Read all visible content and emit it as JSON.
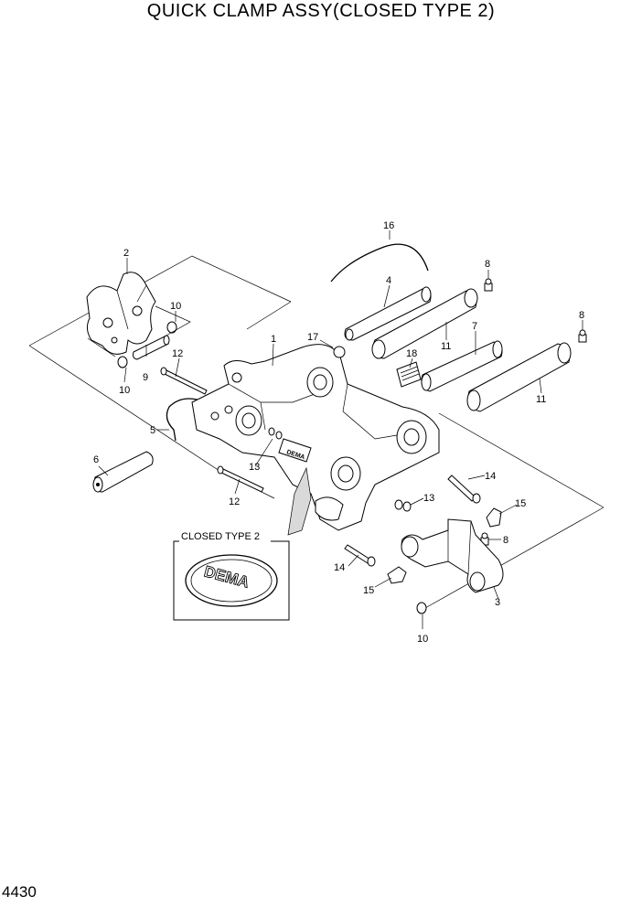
{
  "title": "QUICK CLAMP ASSY(CLOSED TYPE 2)",
  "page_number": "4430",
  "inset": {
    "label": "CLOSED TYPE 2",
    "logo_text": "DEMA"
  },
  "plate_text": "DEMA",
  "callouts": [
    {
      "id": "c16",
      "label": "16"
    },
    {
      "id": "c2",
      "label": "2"
    },
    {
      "id": "c4",
      "label": "4"
    },
    {
      "id": "c8a",
      "label": "8"
    },
    {
      "id": "c8b",
      "label": "8"
    },
    {
      "id": "c10a",
      "label": "10"
    },
    {
      "id": "c10b",
      "label": "10"
    },
    {
      "id": "c9",
      "label": "9"
    },
    {
      "id": "c12a",
      "label": "12"
    },
    {
      "id": "c1",
      "label": "1"
    },
    {
      "id": "c17",
      "label": "17"
    },
    {
      "id": "c11a",
      "label": "11"
    },
    {
      "id": "c7",
      "label": "7"
    },
    {
      "id": "c18",
      "label": "18"
    },
    {
      "id": "c11b",
      "label": "11"
    },
    {
      "id": "c5",
      "label": "5"
    },
    {
      "id": "c6",
      "label": "6"
    },
    {
      "id": "c13a",
      "label": "13"
    },
    {
      "id": "c12b",
      "label": "12"
    },
    {
      "id": "c14a",
      "label": "14"
    },
    {
      "id": "c15a",
      "label": "15"
    },
    {
      "id": "c13b",
      "label": "13"
    },
    {
      "id": "c8c",
      "label": "8"
    },
    {
      "id": "c14b",
      "label": "14"
    },
    {
      "id": "c15b",
      "label": "15"
    },
    {
      "id": "c3",
      "label": "3"
    },
    {
      "id": "c10c",
      "label": "10"
    }
  ]
}
